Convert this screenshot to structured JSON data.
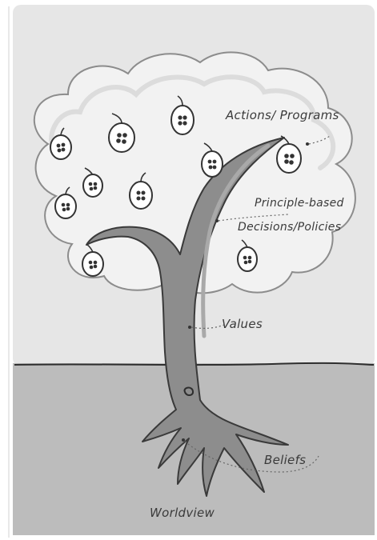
{
  "diagram": {
    "labels": {
      "actions": "Actions/ Programs",
      "principle_line1": "Principle-based",
      "principle_line2": "Decisions/Policies",
      "values": "Values",
      "beliefs": "Beliefs",
      "worldview": "Worldview"
    },
    "colors": {
      "sky": "#e7e7e7",
      "ground": "#bdbdbd",
      "trunk": "#8a8a8a",
      "trunk_outline": "#3a3a3a",
      "canopy": "#f3f3f3",
      "fruit": "#ffffff",
      "text": "#3a3a3a"
    },
    "icons": {
      "fruit": "fruit-icon"
    }
  }
}
